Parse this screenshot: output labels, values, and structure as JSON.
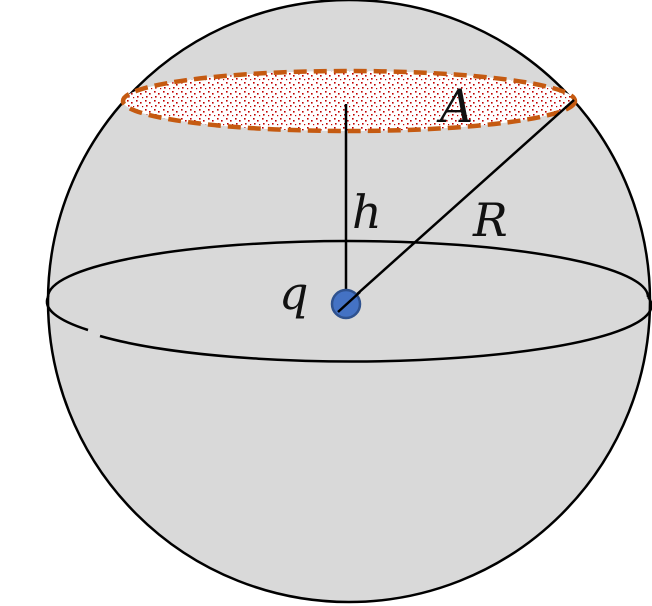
{
  "labels": {
    "area": "A",
    "height": "h",
    "radius": "R",
    "charge": "q"
  },
  "colors": {
    "sphere_fill": "#d9d9d9",
    "outline": "#000000",
    "cap_border": "#c55a11",
    "cap_dots": "#c00000",
    "charge_fill": "#4472c4",
    "charge_stroke": "#2f528f"
  }
}
